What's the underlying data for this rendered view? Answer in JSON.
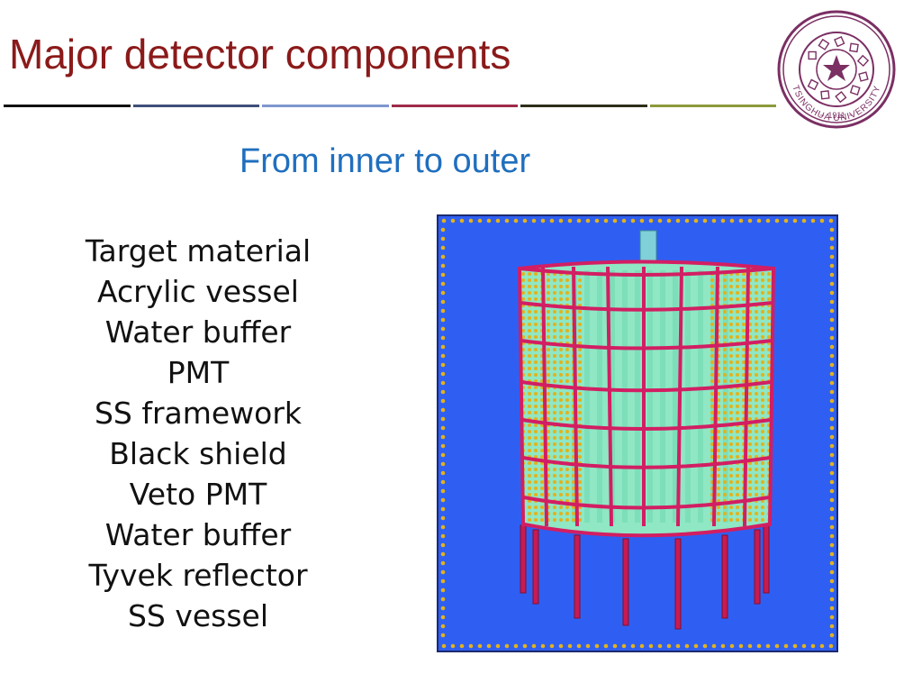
{
  "slide": {
    "title": "Major detector components",
    "subtitle": "From inner to outer",
    "components": [
      "Target material",
      "Acrylic vessel",
      "Water buffer",
      "PMT",
      "SS framework",
      "Black shield",
      "Veto PMT",
      "Water buffer",
      "Tyvek reflector",
      "SS vessel"
    ]
  },
  "logo": {
    "university": "TSINGHUA UNIVERSITY",
    "year": "1911",
    "icon": "tsinghua-seal-icon"
  },
  "figure": {
    "icon": "cylindrical-detector-render"
  },
  "colors": {
    "title": "#8B1A1A",
    "subtitle": "#1F6FBF",
    "seal": "#7B2F63",
    "water": "#2F5FF2",
    "frame": "#D21E63",
    "pmt": "#E2B21D",
    "inner": "#8FE7C4",
    "rule": [
      "#111111",
      "#3F4E7A",
      "#7E97CF",
      "#9E2A4A",
      "#2E2E1A",
      "#8C9A3A"
    ]
  }
}
